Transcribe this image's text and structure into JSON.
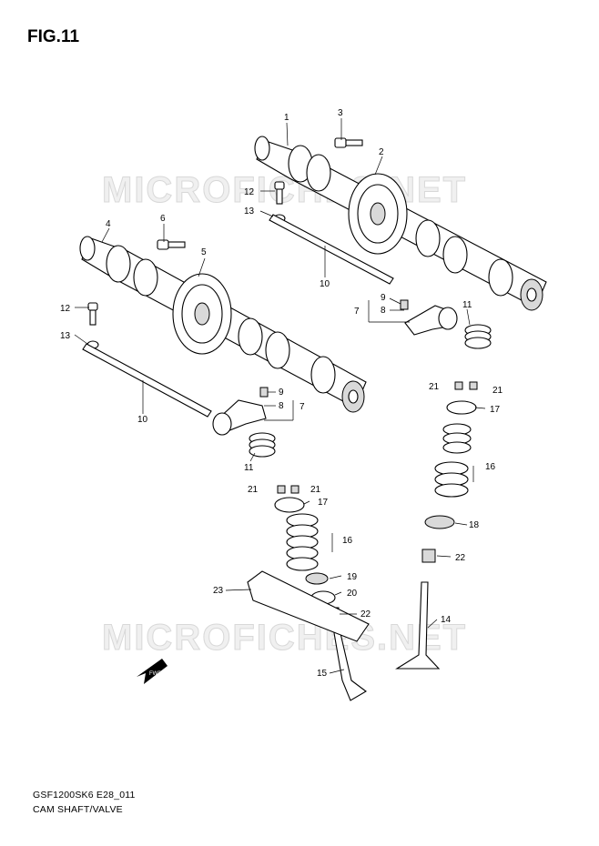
{
  "figure": {
    "title": "FIG.11",
    "model_code": "GSF1200SK6 E28_011",
    "section_name": "CAM SHAFT/VALVE",
    "watermark": "MICROFICHES.NET"
  },
  "callouts": [
    {
      "id": "c1",
      "label": "1"
    },
    {
      "id": "c2",
      "label": "2"
    },
    {
      "id": "c3",
      "label": "3"
    },
    {
      "id": "c4",
      "label": "4"
    },
    {
      "id": "c5",
      "label": "5"
    },
    {
      "id": "c6",
      "label": "6"
    },
    {
      "id": "c7a",
      "label": "7"
    },
    {
      "id": "c7b",
      "label": "7"
    },
    {
      "id": "c8a",
      "label": "8"
    },
    {
      "id": "c8b",
      "label": "8"
    },
    {
      "id": "c9a",
      "label": "9"
    },
    {
      "id": "c9b",
      "label": "9"
    },
    {
      "id": "c10a",
      "label": "10"
    },
    {
      "id": "c10b",
      "label": "10"
    },
    {
      "id": "c11a",
      "label": "11"
    },
    {
      "id": "c11b",
      "label": "11"
    },
    {
      "id": "c12a",
      "label": "12"
    },
    {
      "id": "c12b",
      "label": "12"
    },
    {
      "id": "c13a",
      "label": "13"
    },
    {
      "id": "c13b",
      "label": "13"
    },
    {
      "id": "c14",
      "label": "14"
    },
    {
      "id": "c15",
      "label": "15"
    },
    {
      "id": "c16a",
      "label": "16"
    },
    {
      "id": "c16b",
      "label": "16"
    },
    {
      "id": "c17a",
      "label": "17"
    },
    {
      "id": "c17b",
      "label": "17"
    },
    {
      "id": "c18",
      "label": "18"
    },
    {
      "id": "c19",
      "label": "19"
    },
    {
      "id": "c20",
      "label": "20"
    },
    {
      "id": "c21a",
      "label": "21"
    },
    {
      "id": "c21b",
      "label": "21"
    },
    {
      "id": "c21c",
      "label": "21"
    },
    {
      "id": "c21d",
      "label": "21"
    },
    {
      "id": "c22a",
      "label": "22"
    },
    {
      "id": "c22b",
      "label": "22"
    },
    {
      "id": "c23",
      "label": "23"
    }
  ],
  "direction_marker": {
    "label": "FWD"
  }
}
